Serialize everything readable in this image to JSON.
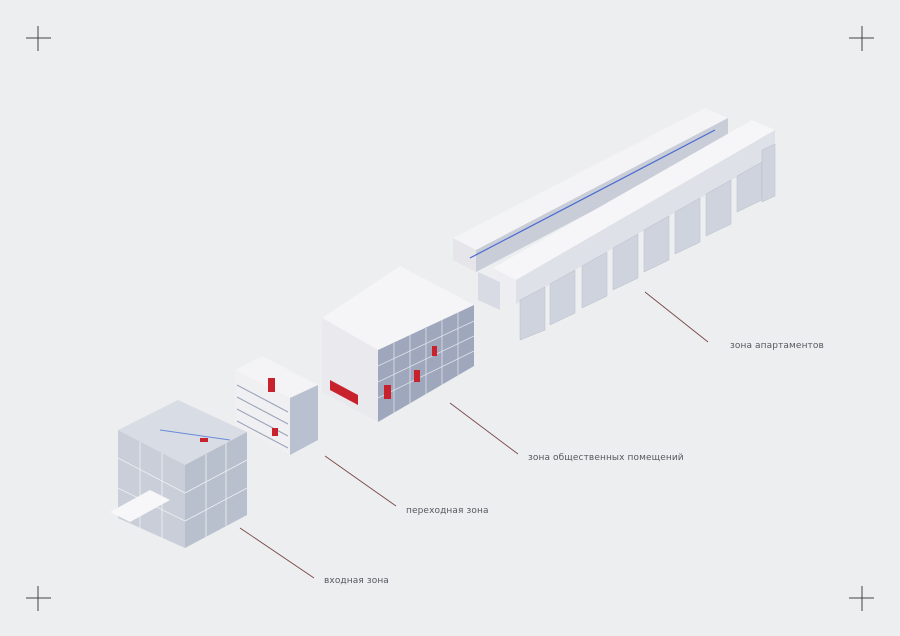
{
  "labels": {
    "apartments": "зона апартаментов",
    "public": "зона общественных помещений",
    "transition": "переходная зона",
    "entry": "входная зона"
  },
  "colors": {
    "background": "#eceef0",
    "leader": "#7a4848",
    "accent_red": "#c8232c",
    "glass": "#9aa3b8",
    "white": "#f6f6f8"
  }
}
